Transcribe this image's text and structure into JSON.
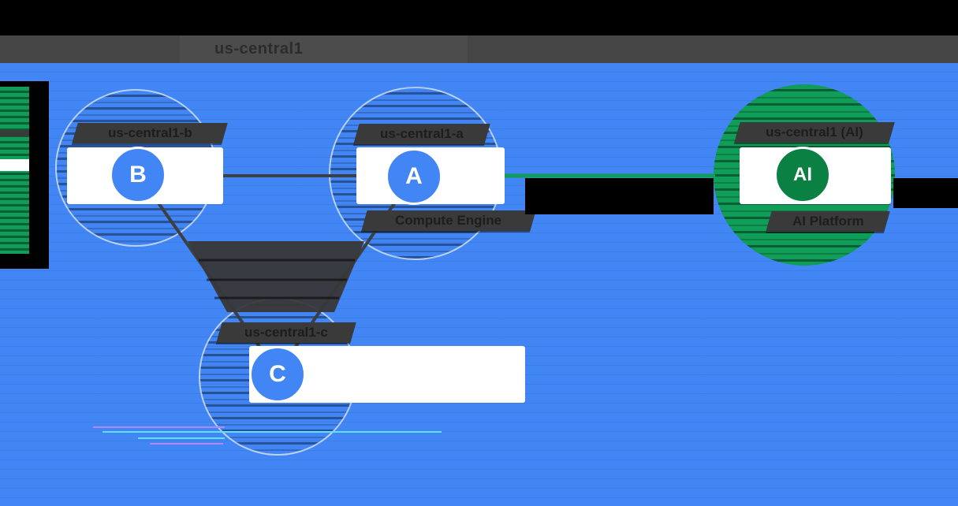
{
  "diagram": {
    "title": "us-central1",
    "zones": [
      {
        "label": "us-central1-b",
        "letter": "B"
      },
      {
        "label": "us-central1-a",
        "letter": "A",
        "sublabel": "Compute Engine"
      },
      {
        "label": "us-central1-c",
        "letter": "C"
      },
      {
        "label": "us-central1 (AI)",
        "letter": "AI",
        "sublabel": "AI Platform"
      }
    ],
    "colors": {
      "background": "#000000",
      "region_blue": "#4285F4",
      "zone_green": "#0F9D58",
      "ai_circle_green": "#0B8043",
      "title_band_gray": "#454545",
      "connector_dark": "#3C4043"
    }
  }
}
